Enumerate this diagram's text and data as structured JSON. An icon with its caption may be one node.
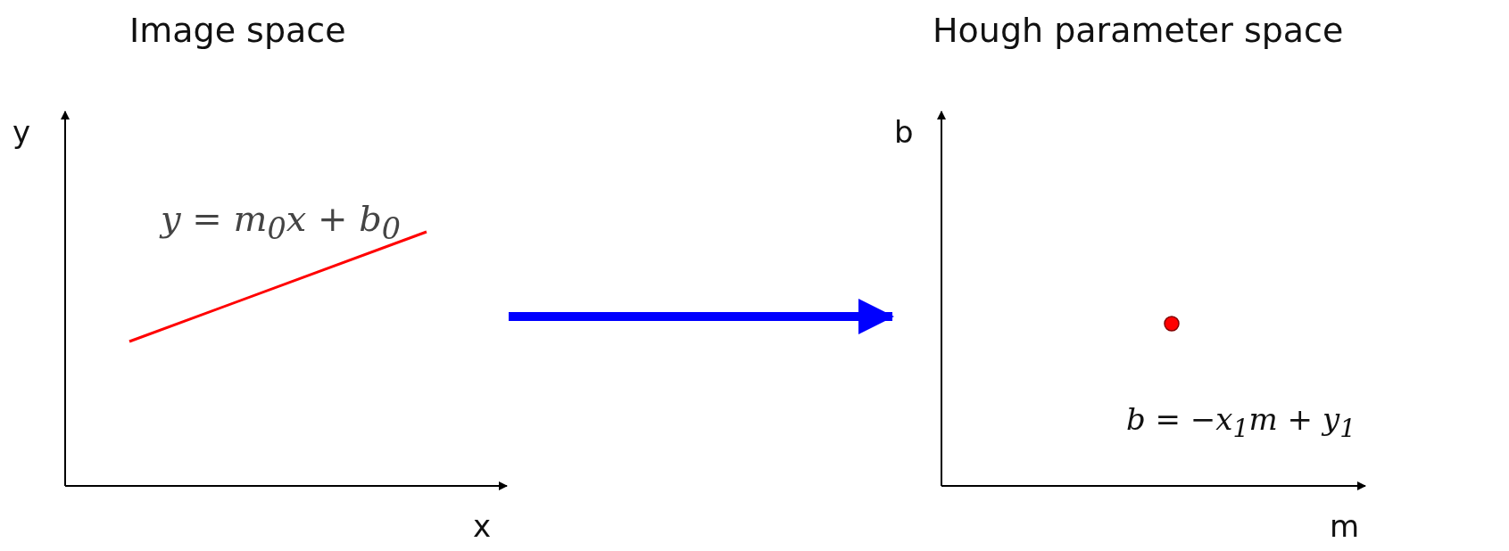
{
  "diagram": {
    "nodes": [
      {
        "text": [
          "Image space"
        ]
      },
      {
        "text": [
          "Hough parameter space"
        ]
      }
    ],
    "edges": [
      {
        "from": 0,
        "to": 1,
        "arrow": "to",
        "color": "#0000ff"
      }
    ],
    "labels": [
      "y",
      "y = m$_{0}$x + b$_{0}$",
      "x",
      "b",
      "b = −x$_{1}$m + y$_{1}$",
      "m"
    ]
  }
}
